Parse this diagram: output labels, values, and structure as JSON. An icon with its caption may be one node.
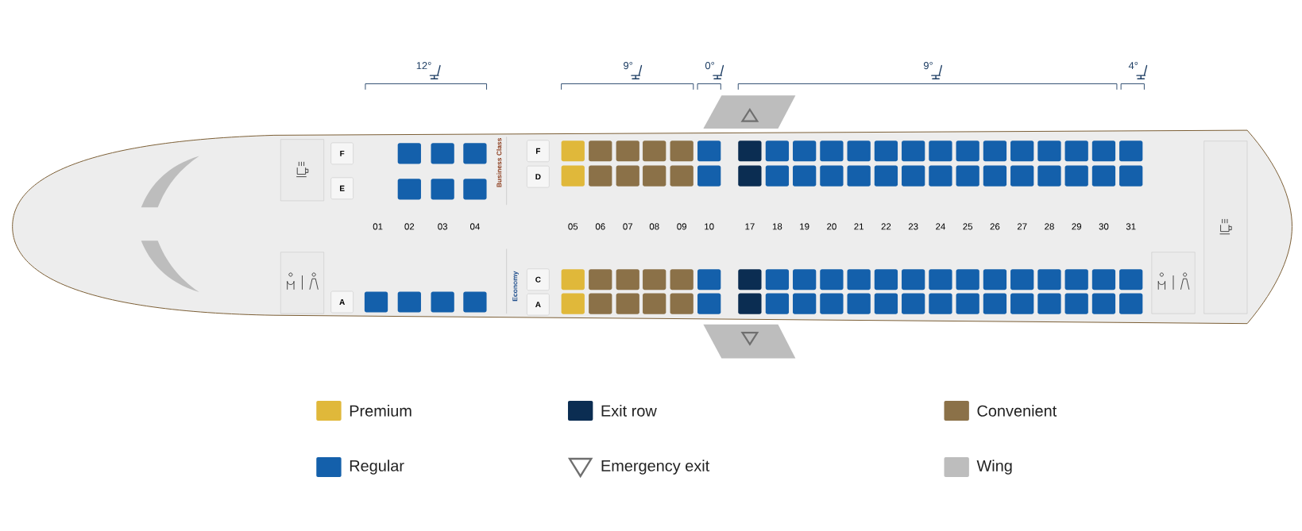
{
  "diagram": {
    "nodes": [
      {
        "text": [
          "F"
        ]
      },
      {
        "text": [
          "E"
        ]
      },
      {
        "text": [
          "A"
        ]
      },
      {
        "text": [
          "F"
        ]
      },
      {
        "text": [
          "D"
        ]
      },
      {
        "text": [
          "C"
        ]
      },
      {
        "text": [
          "A"
        ]
      }
    ],
    "labels": [
      "12°",
      "9°",
      "0°",
      "9°",
      "4°",
      "Business Class",
      "01",
      "02",
      "03",
      "04",
      "05",
      "06",
      "07",
      "08",
      "09",
      "10",
      "17",
      "18",
      "19",
      "20",
      "21",
      "22",
      "23",
      "24",
      "25",
      "26",
      "27",
      "28",
      "29",
      "30",
      "31",
      "Economy"
    ],
    "legend": [
      {
        "text": "Premium",
        "color": "#e0b83a"
      },
      {
        "text": "Exit row",
        "color": "#0b2d52"
      },
      {
        "text": "Convenient",
        "color": "#8b7148"
      },
      {
        "text": "Regular",
        "color": "#1460ab"
      },
      {
        "text": "Emergency exit"
      },
      {
        "text": "Wing",
        "color": "#bdbdbd"
      }
    ]
  }
}
